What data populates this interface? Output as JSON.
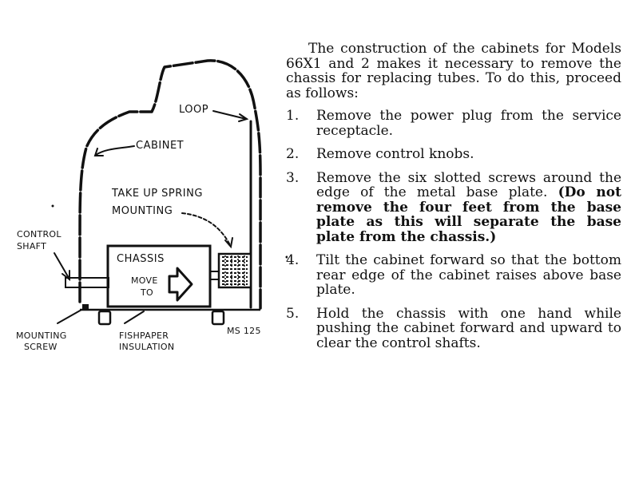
{
  "diagram": {
    "labels": {
      "loop": "LOOP",
      "cabinet": "CABINET",
      "take_up_spring": "TAKE UP SPRING",
      "mounting": "MOUNTING",
      "control_shaft_line1": "CONTROL",
      "control_shaft_line2": "SHAFT",
      "chassis": "CHASSIS",
      "move_line1": "MOVE",
      "move_line2": "TO",
      "mounting_screw_line1": "MOUNTING",
      "mounting_screw_line2": "SCREW",
      "fishpaper_line1": "FISHPAPER",
      "fishpaper_line2": "INSULATION",
      "figure_code": "MS 125"
    }
  },
  "intro": "The construction of the cabinets for Models 66X1 and 2 makes it necessary to remove the chassis for replacing tubes. To do this, proceed as follows:",
  "steps": [
    {
      "number": "1.",
      "text": "Remove the power plug from the service receptacle."
    },
    {
      "number": "2.",
      "text": "Remove control knobs."
    },
    {
      "number": "3.",
      "text": "Remove the six slotted screws around the edge of the metal base plate.",
      "emphasis": "(Do not remove the four feet from the base plate as this will separate the base plate from the chassis.)"
    },
    {
      "number": "4.",
      "text": "Tilt the cabinet forward so that the bottom rear edge of the cabinet raises above base plate."
    },
    {
      "number": "5.",
      "text": "Hold the chassis with one hand while pushing the cabinet forward and upward to clear the control shafts."
    }
  ]
}
